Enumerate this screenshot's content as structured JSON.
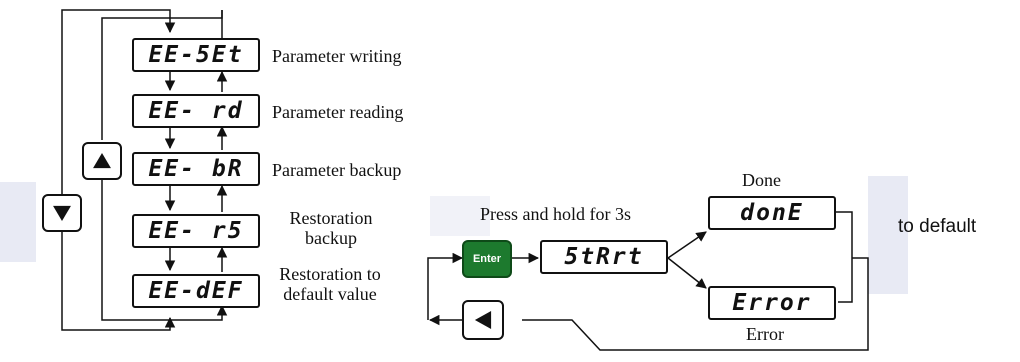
{
  "watermark": {
    "color": "#e8eaf4"
  },
  "menu": [
    {
      "display": "EE-5Et",
      "label": "Parameter writing"
    },
    {
      "display": "EE- rd",
      "label": "Parameter reading"
    },
    {
      "display": "EE- bR",
      "label": "Parameter backup"
    },
    {
      "display": "EE- r5",
      "label_line1": "Restoration",
      "label_line2": "backup"
    },
    {
      "display": "EE-dEF",
      "label_line1": "Restoration to",
      "label_line2": "default value"
    }
  ],
  "keys": {
    "down_icon": "down-triangle-icon",
    "up_icon": "up-triangle-icon",
    "left_icon": "left-triangle-icon",
    "enter_label": "Enter",
    "enter_color": "#1d7a2e"
  },
  "flow": {
    "instruction": "Press and hold for 3s",
    "start_display": "5tRrt",
    "done_label": "Done",
    "done_display": "donE",
    "error_label": "Error",
    "error_display": "Error"
  },
  "side_text": "to default"
}
